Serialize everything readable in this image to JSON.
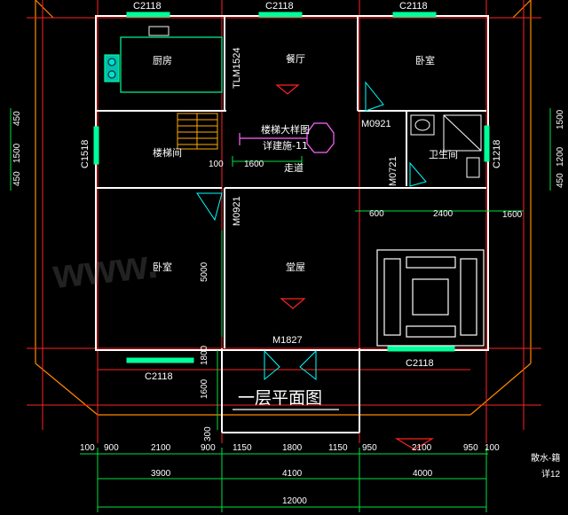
{
  "title": "一层平面图",
  "rooms": {
    "kitchen": "厨房",
    "dining": "餐厅",
    "bedroom_ne": "卧室",
    "stair_room": "楼梯间",
    "stair_detail": "楼梯大样图",
    "stair_detail_ref": "详建施-11",
    "corridor": "走道",
    "bathroom": "卫生间",
    "bedroom_w": "卧室",
    "hall": "堂屋"
  },
  "windows": {
    "top_left": "C2118",
    "top_mid": "C2118",
    "top_right": "C2118",
    "left_side": "C1518",
    "right_side": "C1218",
    "bottom_left": "C2118",
    "bottom_right": "C2118"
  },
  "doors": {
    "tlm": "TLM1524",
    "m0921_a": "M0921",
    "m0721": "M0721",
    "m0921_b": "M0921",
    "m1827": "M1827"
  },
  "inner_dims": {
    "d100": "100",
    "d1600": "1600",
    "d1600_right": "1600",
    "d5000": "5000",
    "d600": "600",
    "d2400": "2400",
    "d1800_v": "1800",
    "d1600_v": "1600",
    "d1500_right": "1500",
    "d1200_right": "1200",
    "d450_right": "450",
    "d300_v": "300"
  },
  "left_dims": [
    "450",
    "1500",
    "450"
  ],
  "bottom_row1": [
    "100",
    "900",
    "2100",
    "900",
    "1150",
    "1800",
    "1150",
    "950",
    "2100",
    "950",
    "100"
  ],
  "bottom_row2": [
    "3900",
    "4100",
    "4000"
  ],
  "bottom_total": "12000",
  "side_notes": {
    "note1": "散水-籍",
    "note2": "详12"
  },
  "colors": {
    "wall": "#ffffff",
    "window": "#00ff99",
    "door": "#00ffff",
    "axis": "#ff2222",
    "dim_line": "#00e040",
    "roof_edge": "#ff8800"
  }
}
